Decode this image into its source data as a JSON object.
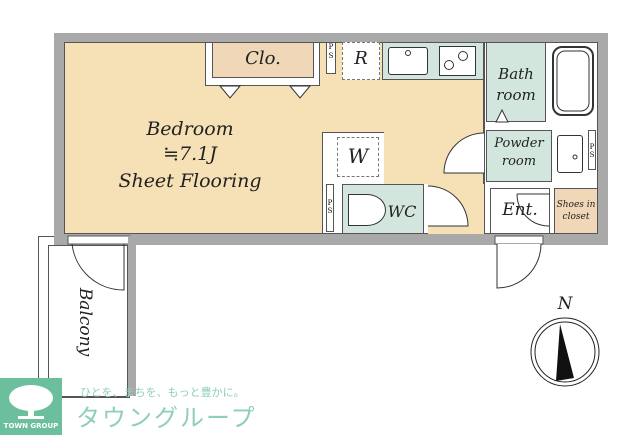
{
  "floorplan": {
    "rooms": {
      "bedroom": {
        "name": "Bedroom",
        "size": "≒7.1J",
        "flooring": "Sheet Flooring"
      },
      "closet": {
        "label": "Clo."
      },
      "refrigerator": {
        "label": "R"
      },
      "washer": {
        "label": "W"
      },
      "wc": {
        "label": "WC"
      },
      "bath": {
        "line1": "Bath",
        "line2": "room"
      },
      "powder": {
        "line1": "Powder",
        "line2": "room"
      },
      "entrance": {
        "label": "Ent."
      },
      "shoes": {
        "line1": "Shoes in",
        "line2": "closet"
      },
      "balcony": {
        "label": "Balcony"
      },
      "ps_label": "P S"
    },
    "compass": {
      "label": "N"
    },
    "colors": {
      "bedroom": "#f5e1b5",
      "closet": "#efd7b8",
      "wet": "#d3e6de",
      "wall": "#a9a9a9",
      "brand": "#6cbf9c"
    }
  },
  "brand": {
    "logo_text": "TOWN GROUP",
    "tagline": "ひとを、まちを、もっと豊かに。",
    "name_jp": "タウングループ"
  }
}
